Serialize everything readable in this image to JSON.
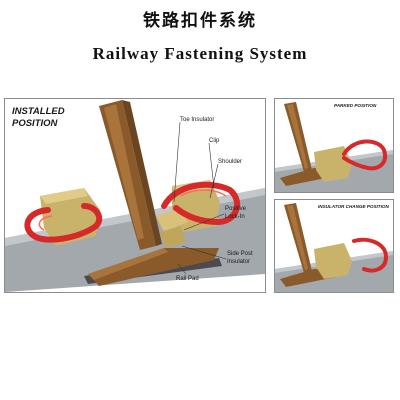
{
  "title_cn": "铁路扣件系统",
  "title_en": "Railway Fastening System",
  "main_panel": {
    "heading_line1": "INSTALLED",
    "heading_line2": "POSITION",
    "labels": {
      "toe_insulator": "Toe Insulator",
      "clip": "Clip",
      "shoulder": "Shoulder",
      "positive_lock_in_1": "Positive",
      "positive_lock_in_2": "Lock-In",
      "side_post_1": "Side Post",
      "side_post_2": "Insulator",
      "rail_pad": "Rail Pad"
    }
  },
  "parked_panel": {
    "heading": "PARKED POSITION"
  },
  "insulator_panel": {
    "heading": "INSULATOR CHANGE POSITION"
  },
  "colors": {
    "rail": "#8a5a2b",
    "rail_light": "#a8743c",
    "clip": "#d62a2a",
    "shoulder": "#c9b26a",
    "sleeper": "#9aa0a6",
    "bed": "#5e5e62"
  }
}
